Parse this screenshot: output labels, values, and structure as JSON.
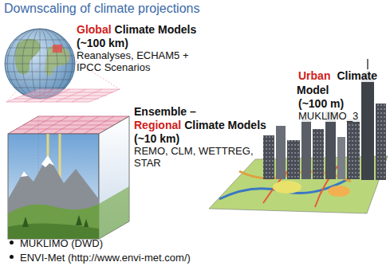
{
  "diagram": {
    "title": "Downscaling of climate projections",
    "labels": [
      "Global",
      "Climate Models",
      "(~100 km)",
      "Reanalyses, ECHAM5 + IPCC Scenarios",
      "Ensemble –",
      "Regional",
      "Climate Models",
      "(~10 km)",
      "REMO, CLM, WETTREG, STAR",
      "Urban",
      "Climate Model",
      "(~100 m)",
      "MUKLIMO_3",
      "MUKLIMO (DWD)",
      "ENVI-Met (http://www.envi-met.com/)"
    ]
  }
}
